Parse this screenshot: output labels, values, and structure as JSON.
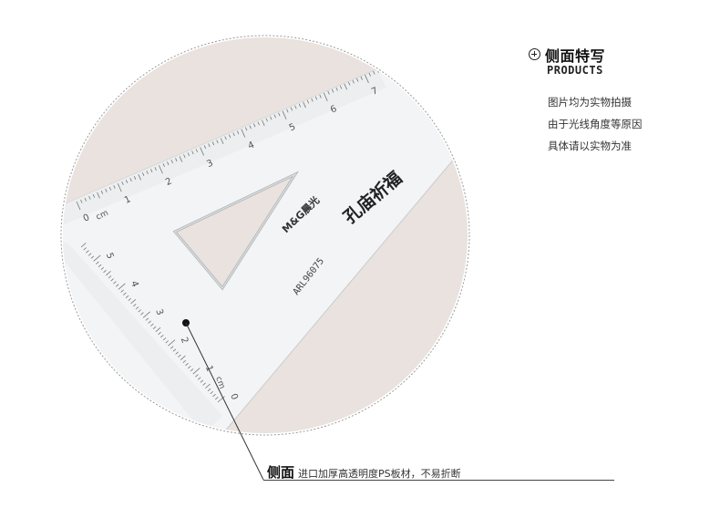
{
  "heading": {
    "title_cn": "侧面特写",
    "title_en": "PRODUCTS"
  },
  "notes": [
    "图片均为实物拍摄",
    "由于光线角度等原因",
    "具体请以实物为准"
  ],
  "caption": {
    "label": "侧面",
    "description": "进口加厚高透明度PS板材，不易折断"
  },
  "ruler": {
    "brand": "M&G晨光",
    "model": "ARL96075",
    "series": "孔庙祈福",
    "unit": "cm",
    "top_scale": [
      "0",
      "1",
      "2",
      "3",
      "4",
      "5",
      "6",
      "7"
    ],
    "left_scale": [
      "0",
      "1",
      "2",
      "3",
      "4",
      "5"
    ]
  },
  "colors": {
    "circle_bg": "#e9e2de",
    "ruler_body": "#f1f3f4",
    "accent_text": "#111111"
  }
}
